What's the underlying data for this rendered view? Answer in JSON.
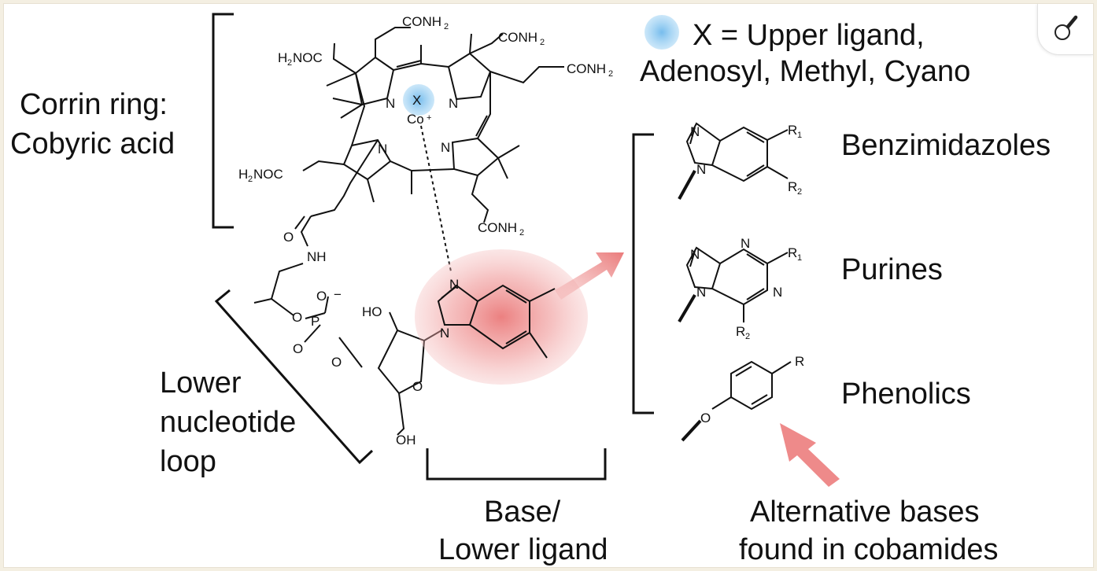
{
  "labels": {
    "upper_ligand_line1": "X = Upper ligand,",
    "upper_ligand_line2": "Adenosyl, Methyl, Cyano",
    "corrin_line1": "Corrin ring:",
    "corrin_line2": "Cobyric acid",
    "benzimidazoles": "Benzimidazoles",
    "purines": "Purines",
    "phenolics": "Phenolics",
    "lower_loop_line1": "Lower",
    "lower_loop_line2": "nucleotide",
    "lower_loop_line3": "loop",
    "base_line1": "Base/",
    "base_line2": "Lower ligand",
    "alt_line1": "Alternative bases",
    "alt_line2": "found in cobamides"
  },
  "atoms": {
    "X": "X",
    "Co": "Co",
    "plus": "+",
    "N": "N",
    "NH": "NH",
    "O": "O",
    "P": "P",
    "OH": "OH",
    "HO": "HO",
    "minus": "−",
    "CONH": "CONH",
    "NOC": "NOC",
    "H": "H",
    "two": "2",
    "R": "R",
    "one": "1"
  },
  "colors": {
    "x_marker": "#7cc2ee",
    "base_highlight": "#e87878",
    "arrow": "#ee8a8a",
    "text": "#111111"
  },
  "icons": {
    "zoom": "magnifier-icon"
  }
}
